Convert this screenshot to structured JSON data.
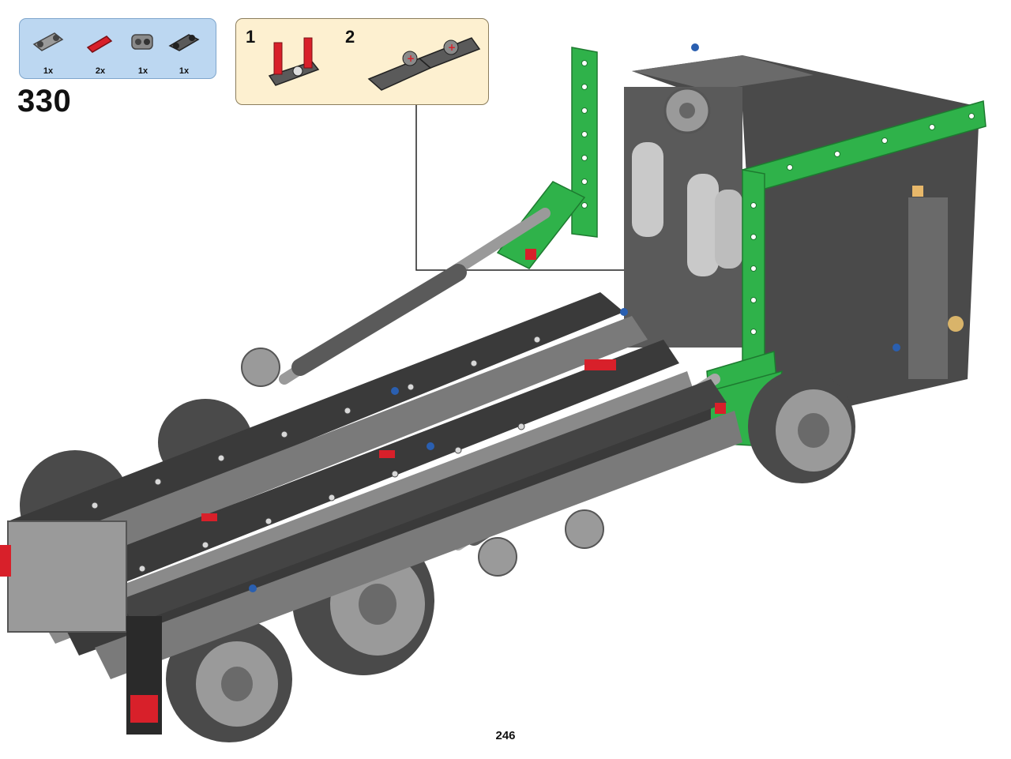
{
  "parts_list": [
    {
      "qty": "1x",
      "icon": "gray-connector-beam-icon"
    },
    {
      "qty": "2x",
      "icon": "red-axle-pin-icon"
    },
    {
      "qty": "1x",
      "icon": "gray-small-connector-icon"
    },
    {
      "qty": "1x",
      "icon": "dark-gray-connector-icon"
    }
  ],
  "step": {
    "number": "330"
  },
  "substeps": [
    {
      "number": "1"
    },
    {
      "number": "2"
    }
  ],
  "page": {
    "number": "246"
  },
  "colors": {
    "parts_box_bg": "#bcd7f1",
    "substep_box_bg": "#fdf0d0",
    "frame_green": "#2fb24a",
    "chassis_dark": "#3a3a3a",
    "chassis_light": "#8a8a8a",
    "accent_red": "#d8202a",
    "accent_blue": "#2a5fb0"
  }
}
